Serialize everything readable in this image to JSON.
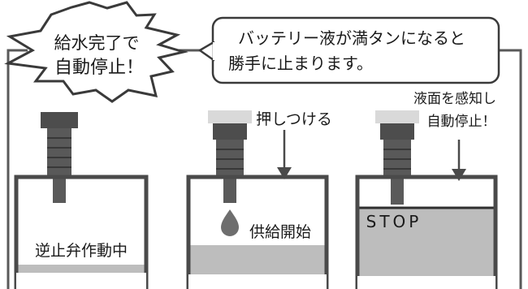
{
  "burst": {
    "line1": "給水完了で",
    "line2": "自動停止！"
  },
  "callout": {
    "line1": "バッテリー液が満タンになると",
    "line2": "勝手に止まります。"
  },
  "panels": [
    {
      "id": "idle",
      "caption": "逆止弁作動中"
    },
    {
      "id": "supply",
      "top_label": "押しつける",
      "caption": "供給開始"
    },
    {
      "id": "stop",
      "top_label_1": "液面を感知し",
      "top_label_2": "自動停止！",
      "inner_label": "STOP"
    }
  ],
  "colors": {
    "frame": "#595959",
    "tank_wall": "#4a4a4a",
    "liquid": "#bdbdbd",
    "nozzle_dark": "#4d4d4d",
    "nozzle_light": "#d9d9d9",
    "drop": "#6e6e6e"
  }
}
